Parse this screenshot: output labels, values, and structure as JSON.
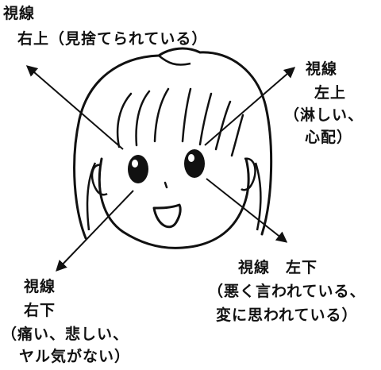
{
  "labels": {
    "upper_right": {
      "line1": "視線",
      "line2": "右上（見捨てられている）"
    },
    "upper_left": {
      "line1": "視線",
      "line2": "左上",
      "line3": "（淋しい、",
      "line4": "心配）"
    },
    "lower_right": {
      "line1": "視線",
      "line2": "右下",
      "line3": "（痛い、悲しい、",
      "line4": "ヤル気がない）"
    },
    "lower_left": {
      "line1": "視線　左下",
      "line2": "（悪く言われている、",
      "line3": "変に思われている）"
    }
  },
  "colors": {
    "ink": "#111111",
    "paper": "#ffffff"
  }
}
